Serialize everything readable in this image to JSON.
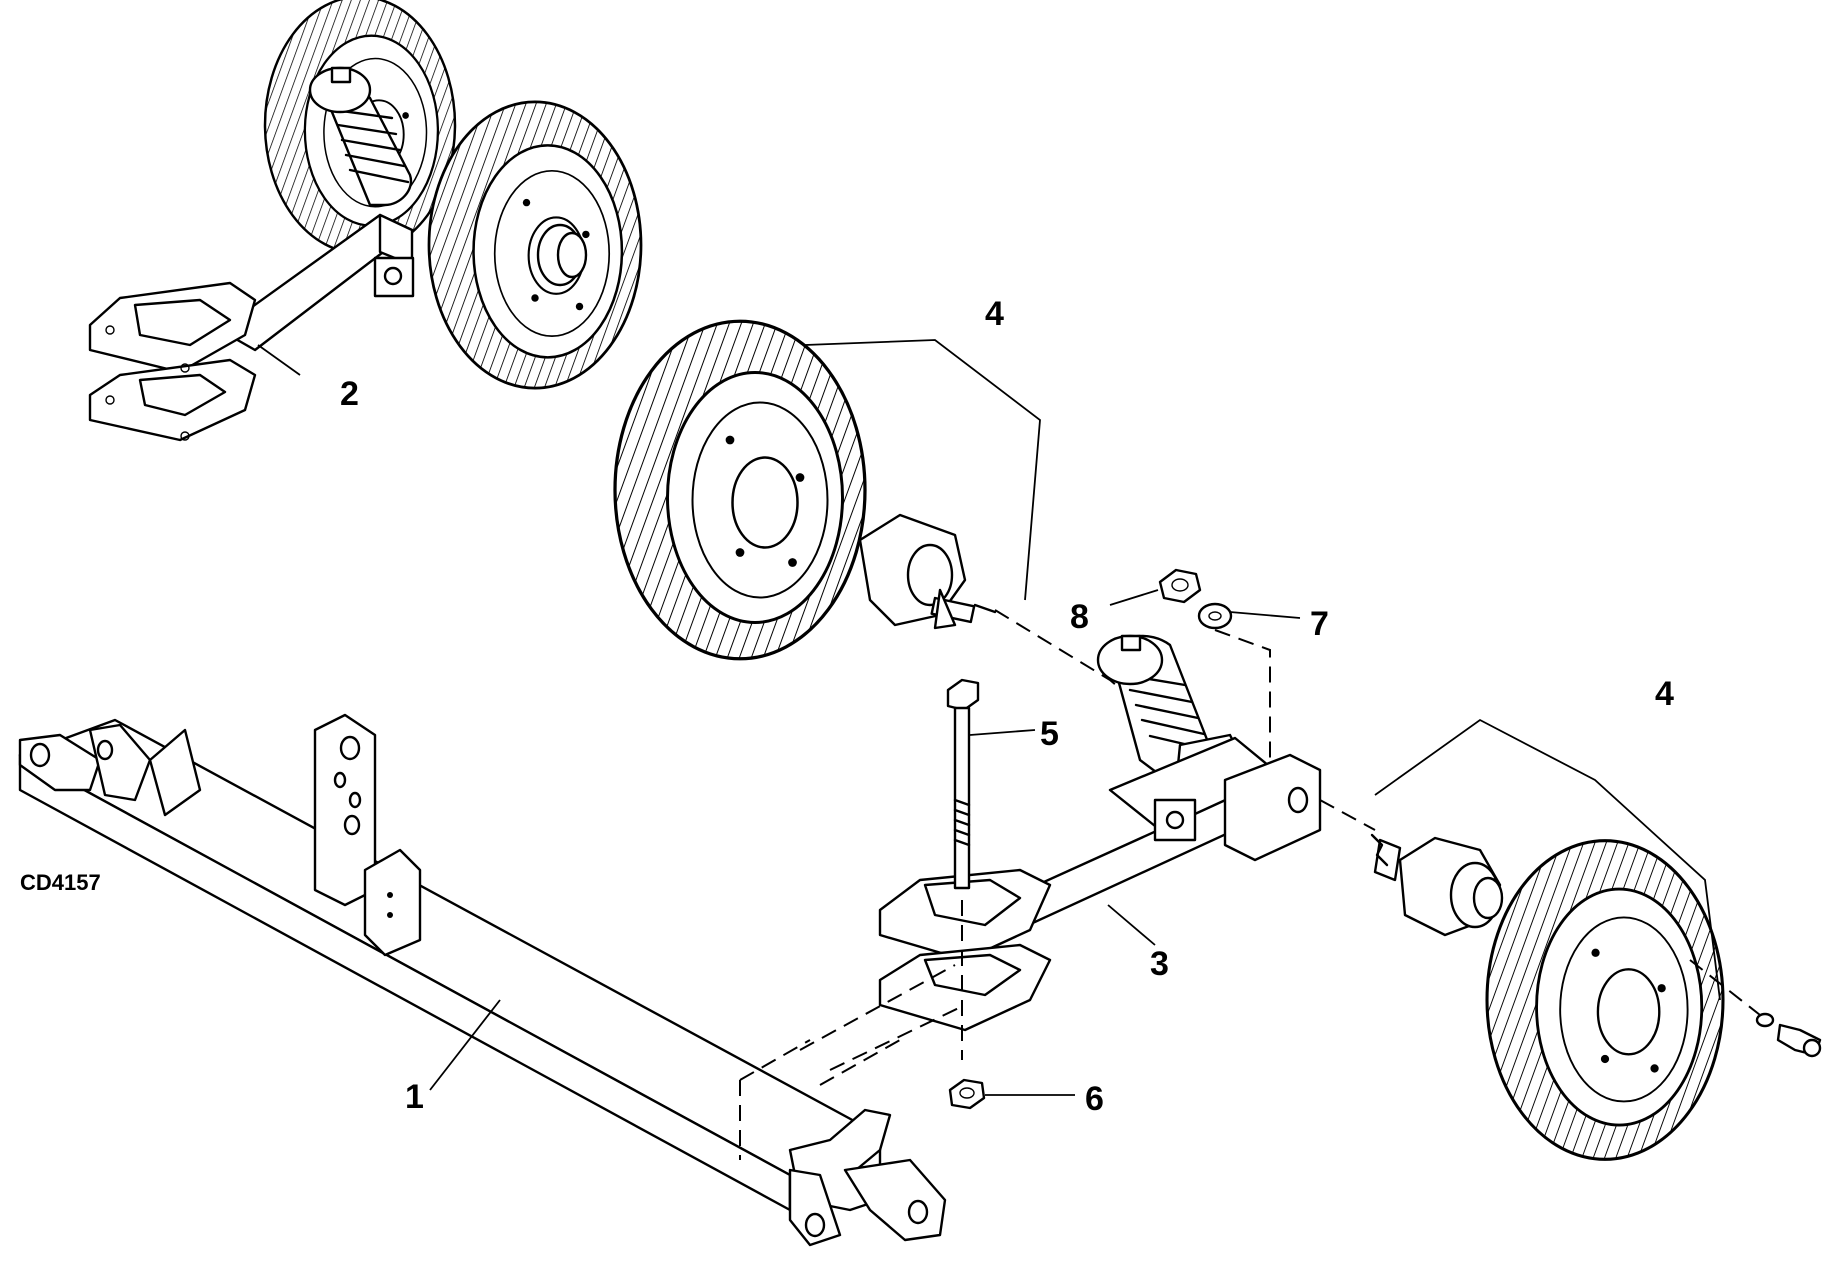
{
  "figure_id": "CD4157",
  "callouts": [
    {
      "number": "1"
    },
    {
      "number": "2"
    },
    {
      "number": "3"
    },
    {
      "number": "4"
    },
    {
      "number": "4"
    },
    {
      "number": "5"
    },
    {
      "number": "6"
    },
    {
      "number": "7"
    },
    {
      "number": "8"
    }
  ]
}
